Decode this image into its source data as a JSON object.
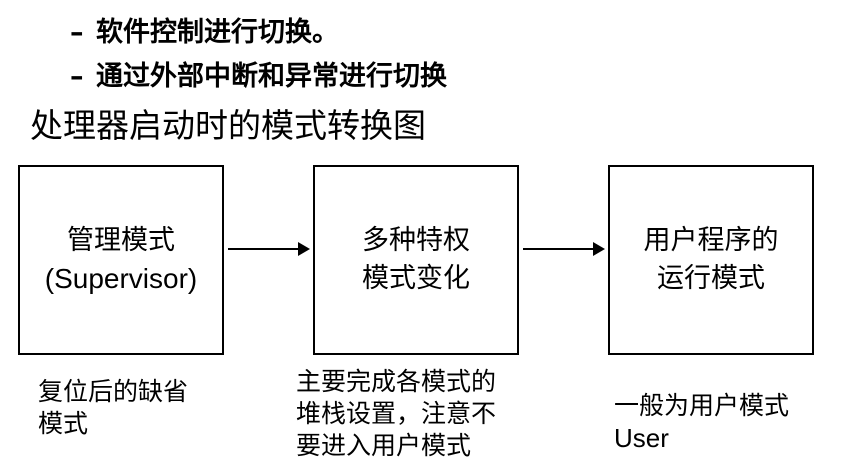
{
  "bullets": [
    {
      "dash": "–",
      "text": "软件控制进行切换。"
    },
    {
      "dash": "–",
      "text": "通过外部中断和异常进行切换"
    }
  ],
  "title": "处理器启动时的模式转换图",
  "boxes": [
    {
      "line1": "管理模式",
      "line2": "(Supervisor)"
    },
    {
      "line1": "多种特权",
      "line2": "模式变化"
    },
    {
      "line1": "用户程序的",
      "line2": "运行模式"
    }
  ],
  "notes": [
    {
      "lines": [
        "复位后的缺省",
        "模式"
      ]
    },
    {
      "lines": [
        "主要完成各模式的",
        "堆栈设置，注意不",
        "要进入用户模式"
      ]
    },
    {
      "lines": [
        "一般为用户模式",
        "User"
      ]
    }
  ]
}
